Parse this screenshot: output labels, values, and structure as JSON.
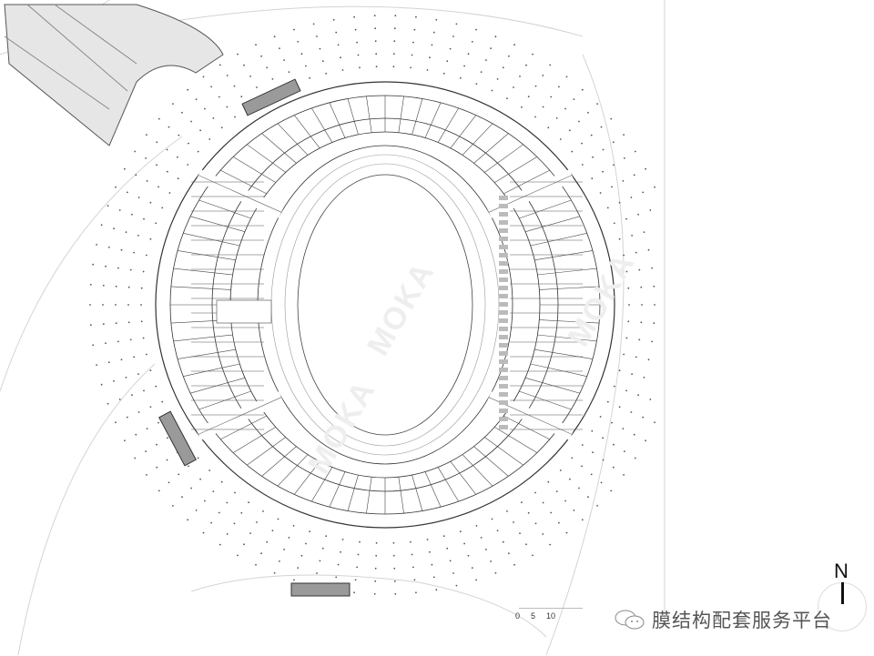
{
  "drawing": {
    "type": "stadium floor plan",
    "watermark": "MOKA",
    "scale_bar": {
      "ticks": [
        "0",
        "5",
        "10"
      ]
    },
    "north_label": "N",
    "brand_text": "膜结构配套服务平台",
    "colors": {
      "line": "#333333",
      "fill_grey": "#9a9a9a",
      "light_line": "#cccccc"
    }
  }
}
